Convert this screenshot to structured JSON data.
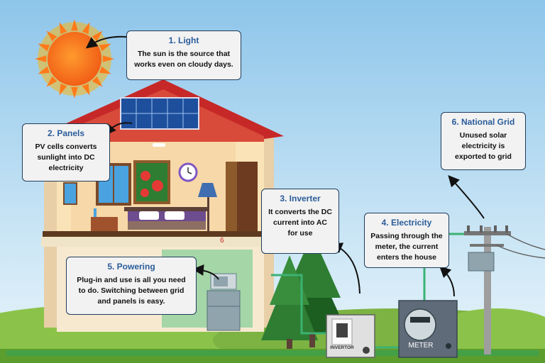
{
  "callouts": [
    {
      "id": "light",
      "title": "1. Light",
      "body": "The sun is the source that works even on cloudy days."
    },
    {
      "id": "panels",
      "title": "2. Panels",
      "body": "PV cells converts sunlight into DC electricity"
    },
    {
      "id": "inverter",
      "title": "3. Inverter",
      "body": "It converts the DC current into AC for use"
    },
    {
      "id": "electricity",
      "title": "4. Electricity",
      "body": "Passing through the meter, the current enters the house"
    },
    {
      "id": "powering",
      "title": "5. Powering",
      "body": "Plug-in and use is all you need to do. Switching between grid and panels is easy."
    },
    {
      "id": "grid",
      "title": "6. National Grid",
      "body": "Unused solar electricity is exported to grid"
    }
  ],
  "device_labels": {
    "inverter": "INVERTOR",
    "meter": "METER",
    "room_number": "6"
  },
  "colors": {
    "sky": "#9fd0ee",
    "grass": "#7cb342",
    "roof": "#c62828",
    "wall": "#f5e6c8",
    "callout_title": "#2a5c9a",
    "wire": "#3bb273"
  },
  "icons": [
    "sun-icon",
    "solar-panel-icon",
    "house-icon",
    "tree-icon",
    "inverter-icon",
    "meter-icon",
    "utility-pole-icon",
    "arrow-icon"
  ]
}
